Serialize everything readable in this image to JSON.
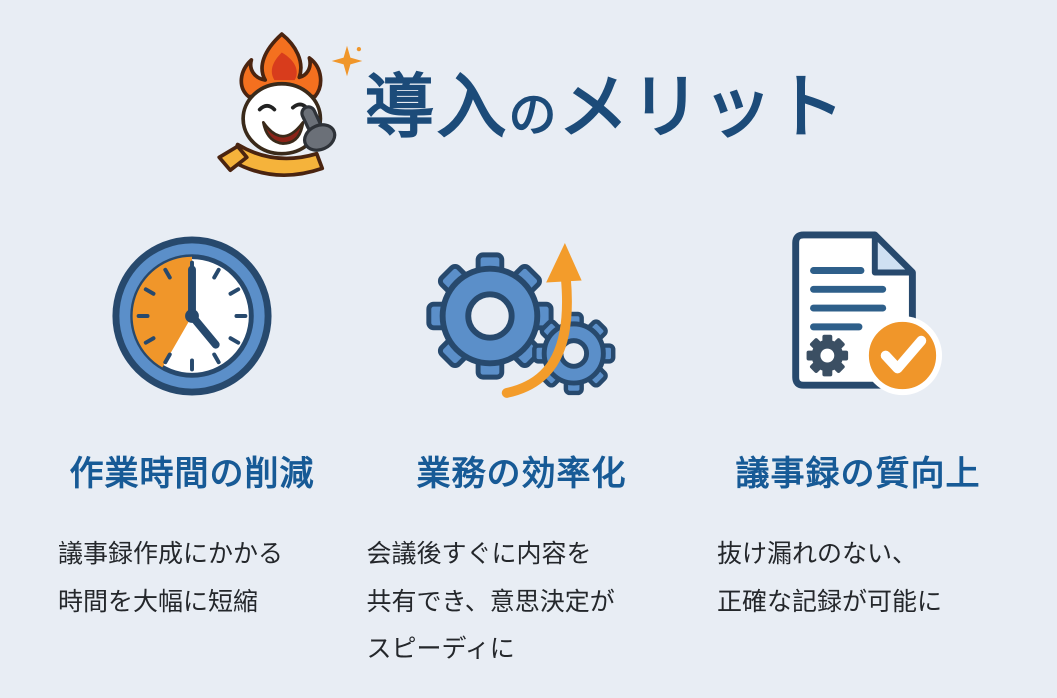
{
  "page": {
    "title": {
      "part1": "導入",
      "particle": "の",
      "part2": "メリット"
    },
    "columns": [
      {
        "icon": "clock-icon",
        "heading": "作業時間の削減",
        "body": "議事録作成にかかる\n時間を大幅に短縮"
      },
      {
        "icon": "gears-growth-arrow-icon",
        "heading": "業務の効率化",
        "body": "会議後すぐに内容を\n共有でき、意思決定が\nスピーディに"
      },
      {
        "icon": "document-check-icon",
        "heading": "議事録の質向上",
        "body": "抜け漏れのない、\n正確な記録が可能に"
      }
    ],
    "colors": {
      "background": "#e8edf4",
      "title_navy": "#1c4b79",
      "heading_blue": "#175a96",
      "steel_blue": "#5b8fc9",
      "navy_outline": "#27496d",
      "accent_orange": "#f0962a"
    }
  }
}
